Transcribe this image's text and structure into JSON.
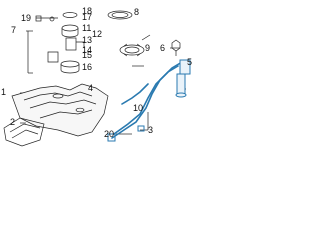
{
  "callouts": [
    {
      "id": "c1",
      "text": "1"
    },
    {
      "id": "c2",
      "text": "2"
    },
    {
      "id": "c3",
      "text": "3"
    },
    {
      "id": "c4",
      "text": "4"
    },
    {
      "id": "c5",
      "text": "5"
    },
    {
      "id": "c6",
      "text": "6"
    },
    {
      "id": "c7",
      "text": "7"
    },
    {
      "id": "c8",
      "text": "8"
    },
    {
      "id": "c9",
      "text": "9"
    },
    {
      "id": "c10",
      "text": "10"
    },
    {
      "id": "c11",
      "text": "11"
    },
    {
      "id": "c12",
      "text": "12"
    },
    {
      "id": "c13",
      "text": "13"
    },
    {
      "id": "c14",
      "text": "14"
    },
    {
      "id": "c15",
      "text": "15"
    },
    {
      "id": "c16",
      "text": "16"
    },
    {
      "id": "c17",
      "text": "17"
    },
    {
      "id": "c18",
      "text": "18"
    },
    {
      "id": "c19",
      "text": "19"
    },
    {
      "id": "c20",
      "text": "20"
    }
  ],
  "colors": {
    "line": "#222222",
    "highlight": "#2a7ab0"
  }
}
